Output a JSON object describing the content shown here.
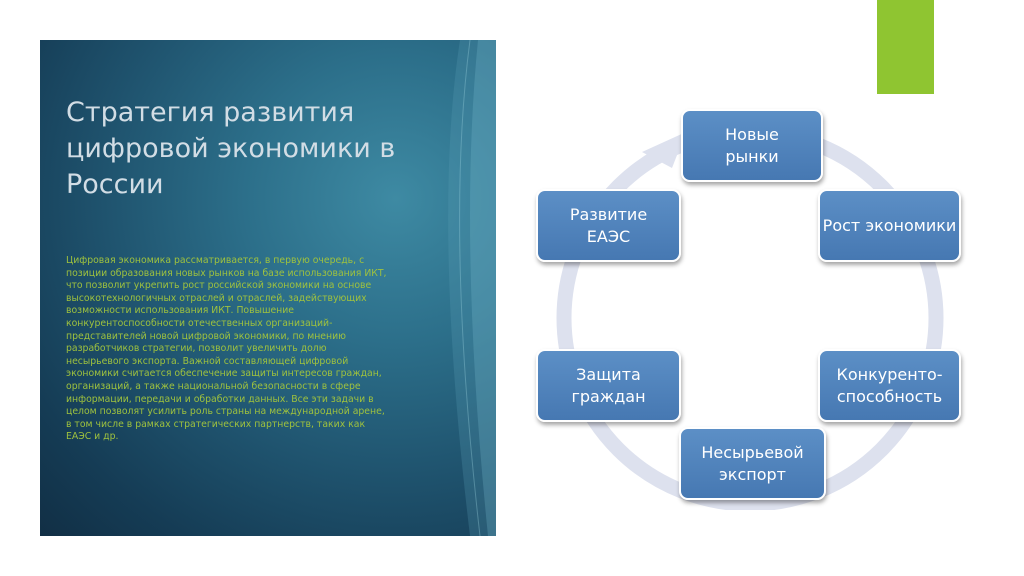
{
  "slide": {
    "title": "Стратегия развития цифровой экономики в России",
    "body": "Цифровая экономика рассматривается, в первую очередь, с позиции образования новых рынков на базе использования ИКТ, что позволит укрепить рост российской экономики на основе высокотехнологичных отраслей и отраслей, задействующих возможности использования ИКТ. Повышение конкурентоспособности отечественных организаций-представителей новой цифровой экономики, по мнению разработчиков стратегии, позволит увеличить долю несырьевого экспорта. Важной составляющей цифровой экономики считается обеспечение защиты интересов граждан, организаций, а также национальной безопасности в сфере информации, передачи и обработки данных. Все эти задачи в целом позволят усилить роль страны на международной арене, в том числе в рамках стратегических партнерств, таких как ЕАЭС и др."
  },
  "cycle": {
    "nodes": [
      "Новые рынки",
      "Рост экономики",
      "Конкуренто-способность",
      "Несырьевой экспорт",
      "Защита граждан",
      "Развитие ЕАЭС"
    ]
  },
  "colors": {
    "panel": "#1f536e",
    "title_text": "#d2dde5",
    "body_text": "#9fc23e",
    "accent": "#8fc531",
    "node_fill": "#4f82bd",
    "ring": "#dde1ee"
  }
}
